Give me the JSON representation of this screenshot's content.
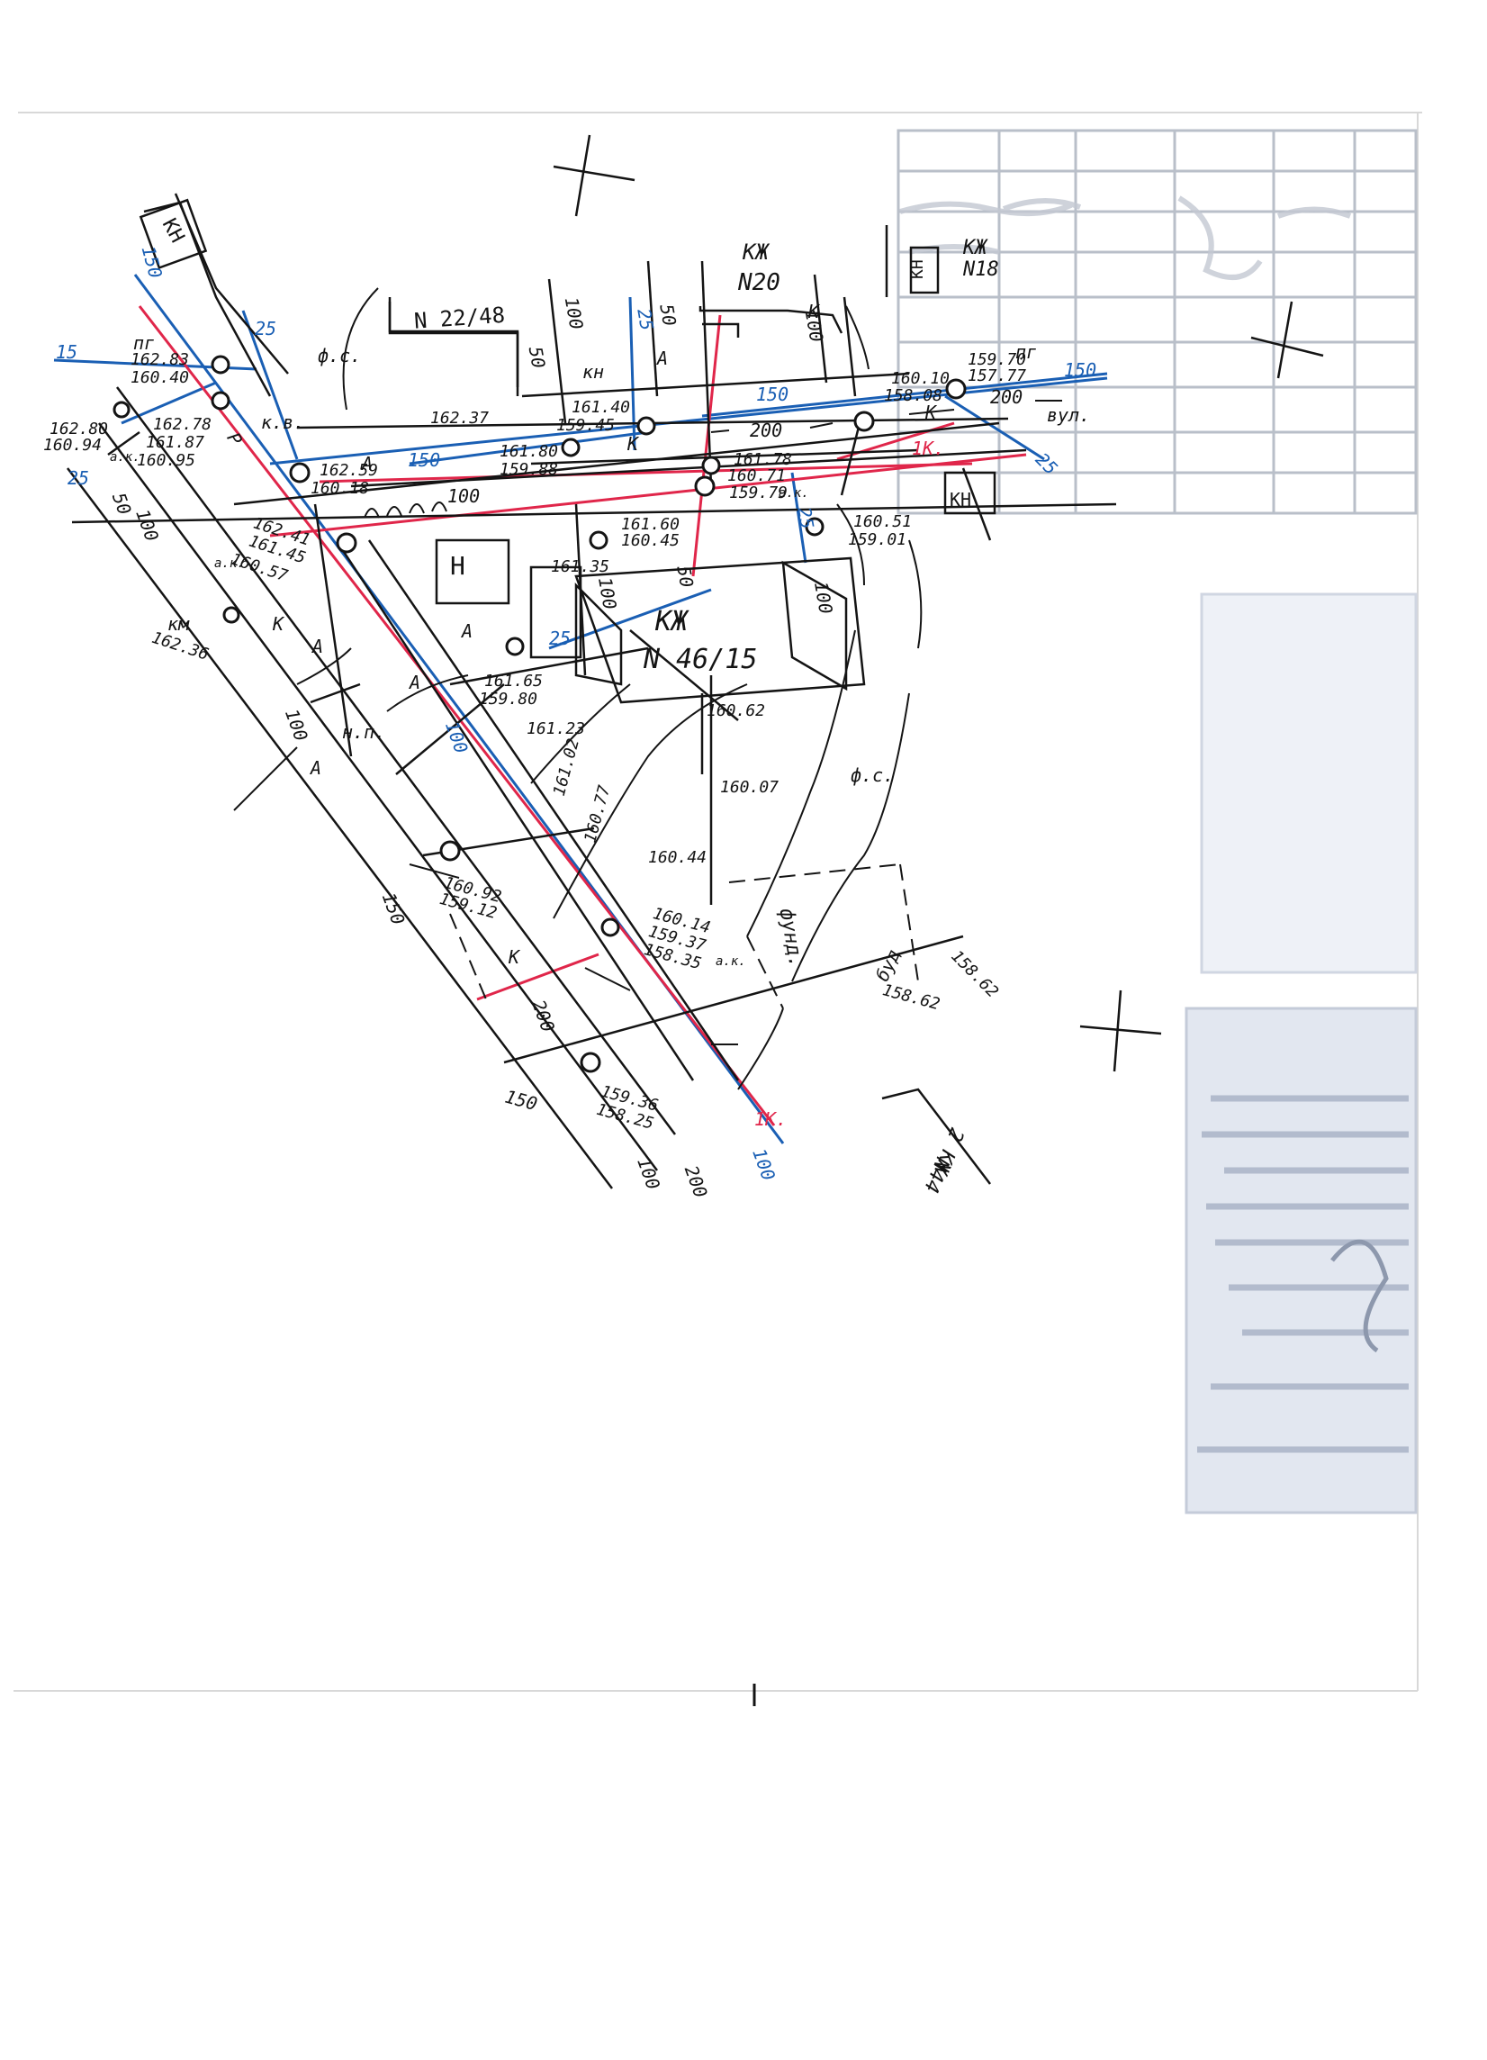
{
  "colors": {
    "ink": "#141414",
    "blue_line": "#1a5fb4",
    "red_line": "#e0264a",
    "faded_stamp": "#9aa7bf",
    "paper": "#ffffff"
  },
  "buildings": {
    "kn_top_left": "КН",
    "n22_48": "N 22/48",
    "kzh_n20_type": "КЖ",
    "kzh_n20_num": "N20",
    "kzh_n18_type": "КЖ",
    "kzh_n18_num": "N18",
    "kn_n18": "КН",
    "kn_right": "КН",
    "kn_mid": "кн",
    "h_small": "Н",
    "main_type": "КЖ",
    "main_num": "N 46/15",
    "kzh_n44_type": "2 КЖ",
    "kzh_n44_num": "N44",
    "foundation": "фунд."
  },
  "elevations": {
    "e1": "162.83",
    "e2": "160.40",
    "e3": "162.78",
    "e4": "161.87",
    "e5": "160.95",
    "e6": "162.80",
    "e7": "160.94",
    "e8": "162.59",
    "e9": "160.18",
    "e10": "162.37",
    "e11": "162.41",
    "e12": "161.45",
    "e13": "160.57",
    "e14": "162.36",
    "e15": "161.40",
    "e16": "159.45",
    "e17": "161.80",
    "e18": "159.88",
    "e19": "161.60",
    "e20": "160.45",
    "e21": "161.35",
    "e22": "161.78",
    "e23": "160.71",
    "e24": "159.79",
    "e25": "160.10",
    "e26": "158.08",
    "e27": "159.70",
    "e28": "157.77",
    "e29": "160.51",
    "e30": "159.01",
    "e31": "161.65",
    "e32": "159.80",
    "e33": "161.23",
    "e34": "160.62",
    "e35": "161.02",
    "e36": "160.77",
    "e37": "160.07",
    "e38": "160.44",
    "e39": "160.92",
    "e40": "159.12",
    "e41": "160.14",
    "e42": "159.37",
    "e43": "158.35",
    "e44": "158.62",
    "e45": "158.62",
    "e46": "159.36",
    "e47": "158.25"
  },
  "pipes": {
    "d150_a": "150",
    "d25_a": "25",
    "d15": "15",
    "d25_b": "25",
    "d50_a": "50",
    "d100_a": "100",
    "d150_b": "150",
    "d100_b": "100",
    "d100_c": "100",
    "d50_b": "50",
    "d25_c": "25",
    "d50_c": "50",
    "d100_d": "100",
    "d150_c": "150",
    "d200_a": "200",
    "d200_b": "200",
    "d150_d": "150",
    "d200_c": "200",
    "d25_d": "25",
    "d25_e": "25",
    "d50_d": "50",
    "d100_e": "100",
    "d100_f": "100",
    "d25_f": "25",
    "d100_g": "100",
    "d100_h": "100",
    "d150_e": "150",
    "d200_d": "200",
    "d150_f": "150",
    "d200_e": "200",
    "d100_i": "100",
    "d100_j": "100"
  },
  "symbols": {
    "pg_a": "пг",
    "pg_b": "пг",
    "fs_a": "ф.с.",
    "fs_b": "ф.с.",
    "kv": "к.в.",
    "r": "Р",
    "a1": "А",
    "a2": "А",
    "a3": "А",
    "a4": "А",
    "a5": "А",
    "a6": "А",
    "k1": "К",
    "k2": "К",
    "k3": "К",
    "k4": "К",
    "k5": "К",
    "k_red_a": "1К.",
    "k_red_b": "1К.",
    "np": "н.п.",
    "vul": "вул.",
    "km": "км",
    "ak_a": "а.к.",
    "ak_b": "а.к.",
    "ak_c": "а.к.",
    "ak_d": "а.к.",
    "bud": "буд"
  }
}
